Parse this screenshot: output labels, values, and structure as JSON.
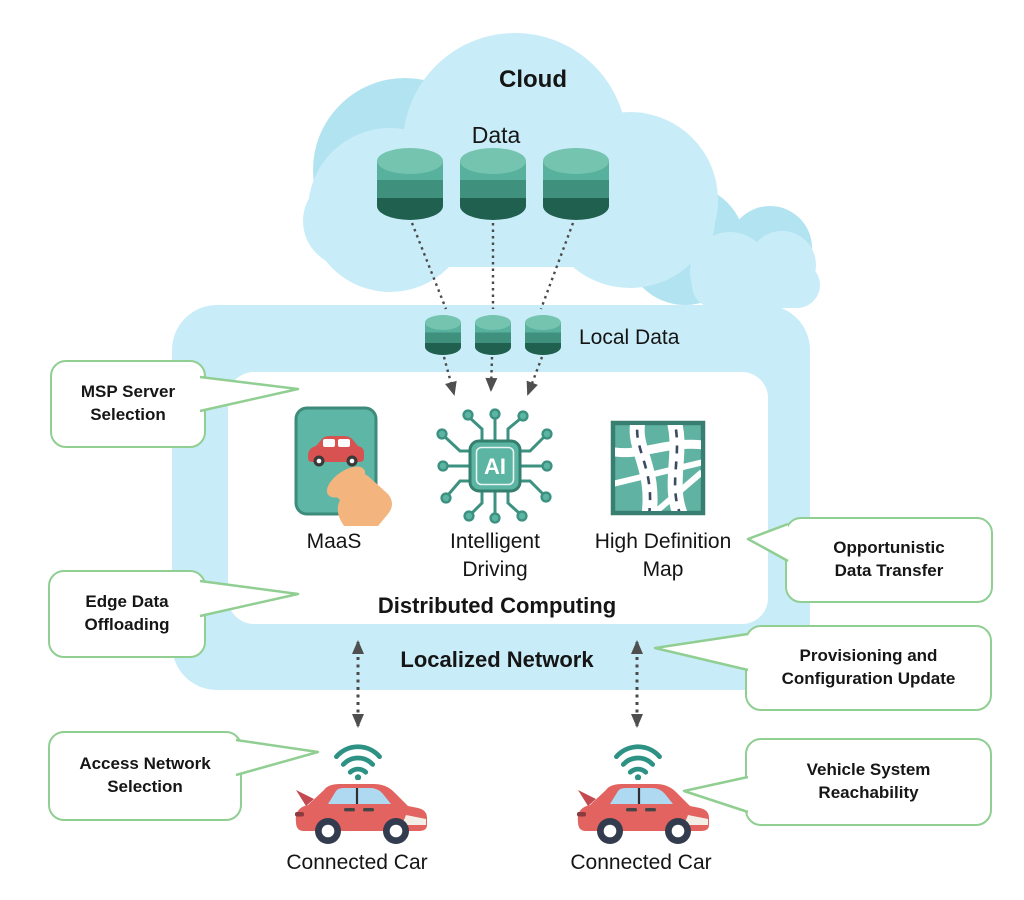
{
  "cloud": {
    "title": "Cloud",
    "data_label": "Data",
    "database_count": 3
  },
  "local": {
    "label": "Local Data",
    "database_count": 3
  },
  "localized_network": {
    "label": "Localized Network"
  },
  "distributed_computing": {
    "label": "Distributed Computing",
    "services": [
      {
        "label": "MaaS",
        "icon": "maas-phone-hand-icon"
      },
      {
        "label": "Intelligent\nDriving",
        "icon": "ai-chip-icon"
      },
      {
        "label": "High Definition\nMap",
        "icon": "hd-map-icon"
      }
    ]
  },
  "cars": [
    {
      "label": "Connected Car",
      "icon": "car-icon"
    },
    {
      "label": "Connected Car",
      "icon": "car-icon"
    }
  ],
  "callouts": {
    "msp": "MSP Server\nSelection",
    "edge": "Edge Data\nOffloading",
    "access": "Access Network\nSelection",
    "opportunistic": "Opportunistic\nData Transfer",
    "provisioning": "Provisioning and\nConfiguration Update",
    "vehicle": "Vehicle System\nReachability"
  },
  "icons": {
    "cloud_database": "database-icon",
    "local_database": "database-icon",
    "wifi": "wifi-icon"
  },
  "colors": {
    "cloud_blue": "#c9edf8",
    "cloud_blue_dark": "#b2e3f1",
    "cylinder_top": "#74c4b0",
    "cylinder_dark": "#20604f",
    "callout_border": "#90ce92",
    "chip_teal": "#5cb4a2",
    "car_red": "#e2635f",
    "wifi_teal": "#2d9183",
    "arrow_gray": "#4a4a4a"
  }
}
